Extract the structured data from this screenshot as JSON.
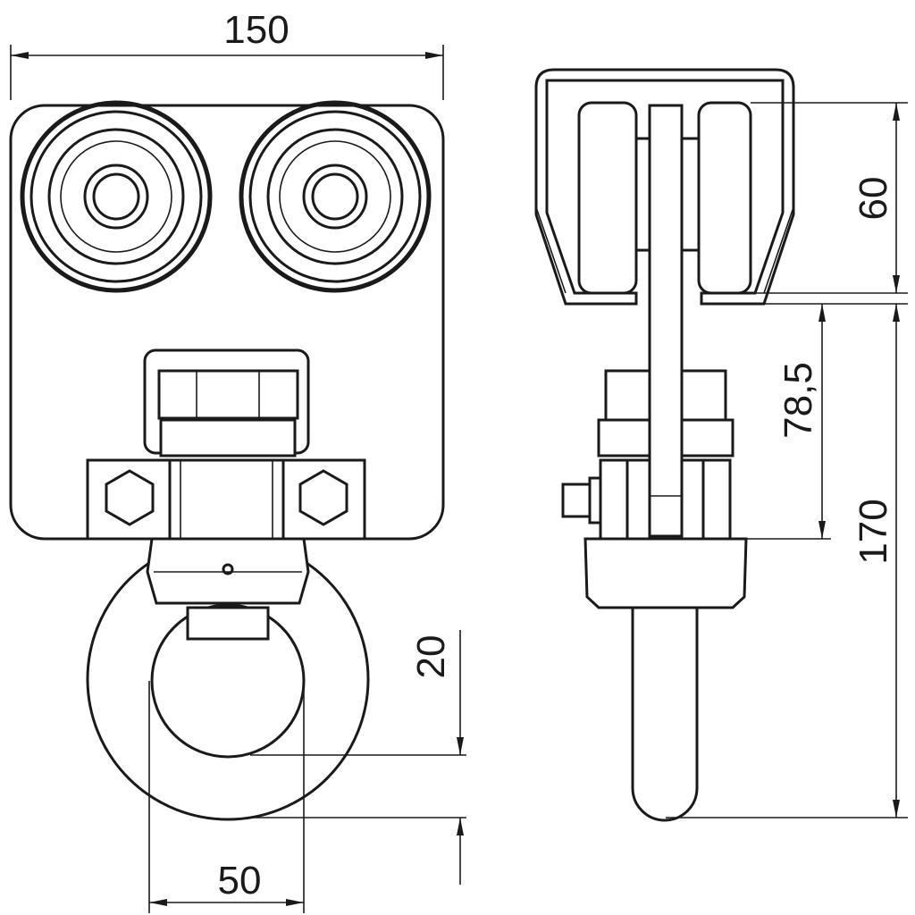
{
  "title": "Trolley with swivel eye – technical drawing",
  "dimensions": {
    "overall_width": "150",
    "wheel_height": "60",
    "eye_offset": "78,5",
    "overall_height": "170",
    "eye_thickness": "20",
    "eye_inner_diameter": "50"
  },
  "colors": {
    "line": "#1a1a1a",
    "background": "#ffffff"
  }
}
